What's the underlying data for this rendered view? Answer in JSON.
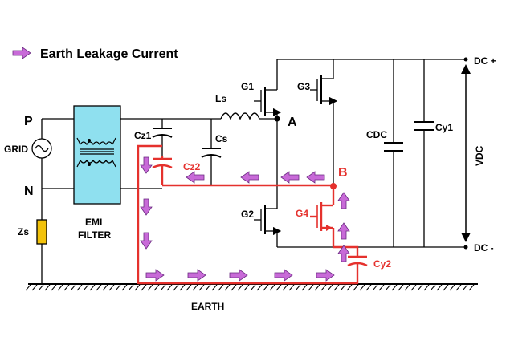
{
  "legend": {
    "label": "Earth Leakage Current",
    "arrow_color": "#c86ad8"
  },
  "labels": {
    "dc_plus": "DC +",
    "dc_minus": "DC -",
    "vdc": "VDC",
    "p": "P",
    "n": "N",
    "grid": "GRID",
    "zs": "Zs",
    "emi": "EMI",
    "filter": "FILTER",
    "ls": "Ls",
    "cs": "Cs",
    "cz1": "Cz1",
    "cz2": "Cz2",
    "a": "A",
    "b": "B",
    "g1": "G1",
    "g2": "G2",
    "g3": "G3",
    "g4": "G4",
    "cdc": "CDC",
    "cy1": "Cy1",
    "cy2": "Cy2",
    "earth": "EARTH"
  },
  "colors": {
    "leakage_path": "#e5312d",
    "emi_fill": "#8fe0ef",
    "zs_fill": "#f2c20a",
    "wire": "#000000"
  }
}
